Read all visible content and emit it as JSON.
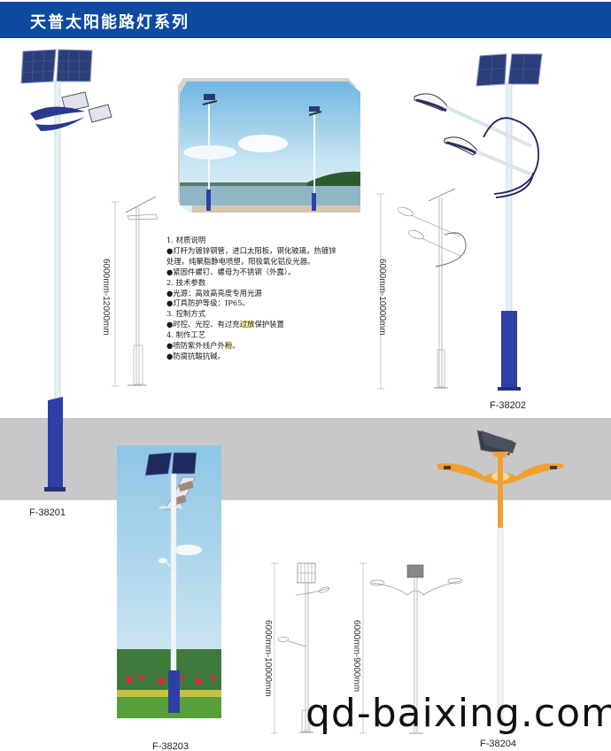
{
  "header": {
    "title": "天普太阳能路灯系列",
    "background_color": "#0d4aa0"
  },
  "colors": {
    "pole_base_blue": "#2f3fa8",
    "pole_white": "#e8f2f6",
    "pole_orange": "#f0a030",
    "gray_band": "#c8c8ca",
    "sky_blue": "#a8d4ec"
  },
  "products": [
    {
      "model": "F-38201",
      "dimension": "6000mm-12000mm",
      "style": "double solar panel, twin floodlights, blue crescent bracket"
    },
    {
      "model": "F-38202",
      "dimension": "6000mm-10000mm",
      "style": "double solar panel, two arm lamps with arc ribbons"
    },
    {
      "model": "F-38203",
      "dimension": "6000mm-10000mm",
      "style": "double solar panel, curved dual LED panel plus side lamp"
    },
    {
      "model": "F-38204",
      "dimension": "6000mm-9000mm",
      "style": "single tilted solar panel, orange twin-arm lamps"
    }
  ],
  "specs": {
    "sections": [
      {
        "heading": "1. 材质说明"
      },
      {
        "line": "●灯杆为镀锌钢管，进口太阳板，钢化玻璃，热镀锌"
      },
      {
        "line": "处理，纯聚脂静电喷塑，阳极氧化铝反光器。"
      },
      {
        "line": "●紧固件螺钉、螺母为不锈钢（外露）。"
      },
      {
        "heading": "2. 技术参数"
      },
      {
        "line": "●光源：高效高亮度专用光源"
      },
      {
        "line": "●灯具防护等级：IP65。"
      },
      {
        "heading": "3. 控制方式"
      },
      {
        "line_pre": "●时控、光控、有过充",
        "line_hl": "过放",
        "line_post": "保护装置"
      },
      {
        "heading": "4. 制作工艺"
      },
      {
        "line_pre": "●喷防紫外线户外",
        "line_hl": "粉",
        "line_post": "。"
      },
      {
        "line": "●防腐抗酸抗碱。"
      }
    ]
  },
  "watermark": "qd-baixing.com"
}
